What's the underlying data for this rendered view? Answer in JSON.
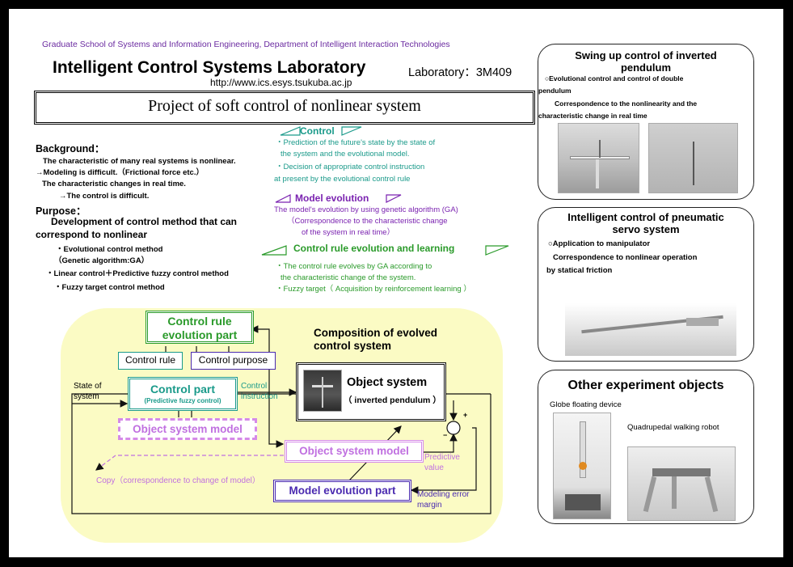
{
  "header": {
    "department": "Graduate School of Systems and Information Engineering, Department of Intelligent  Interaction Technologies",
    "lab_name": "Intelligent Control Systems Laboratory",
    "room": "Laboratory：3M409",
    "url": "http://www.ics.esys.tsukuba.ac.jp",
    "project_title": "Project of soft control of nonlinear system"
  },
  "background": {
    "heading": "Background：",
    "lines": [
      "The characteristic of many real systems is nonlinear.",
      "→Modeling is difficult.（Frictional force etc.）",
      "The characteristic changes in real time.",
      "→The control is difficult."
    ]
  },
  "purpose": {
    "heading": "Purpose：",
    "line1": "Development of control method that can",
    "line2": "correspond to nonlinear",
    "items": [
      "・Evolutional control method",
      "（Genetic algorithm:GA）",
      "・Linear control＋Predictive fuzzy control method",
      "・Fuzzy target control method"
    ]
  },
  "control": {
    "heading": "Control",
    "lines": [
      "・Prediction of the future's state by the state of",
      "the system and the evolutional model.",
      "・Decision of appropriate control instruction",
      "at present by the evolutional control rule"
    ]
  },
  "model_evolution": {
    "heading": "Model evolution",
    "lines": [
      "The model's evolution by using genetic algorithm (GA)",
      "（Correspondence to the characteristic change",
      "of the system in real time）"
    ]
  },
  "rule_evolution": {
    "heading": "Control rule evolution and learning",
    "lines": [
      "・The control rule evolves by GA according to",
      "the characteristic change of the system.",
      "・Fuzzy target（ Acquisition by reinforcement learning ）"
    ]
  },
  "diagram": {
    "rule_evo_line1": "Control rule",
    "rule_evo_line2": "evolution part",
    "control_rule": "Control rule",
    "control_purpose": "Control purpose",
    "control_part": "Control part",
    "control_part_sub": "(Predictive fuzzy control)",
    "object_model_left": "Object system model",
    "object_model_right": "Object system model",
    "model_evo_part": "Model evolution part",
    "composition_line1": "Composition of evolved",
    "composition_line2": "control system",
    "object_system": "Object system",
    "object_system_sub": "（ inverted pendulum ）",
    "state_line1": "State of",
    "state_line2": "system",
    "instr_line1": "Control",
    "instr_line2": "instruction",
    "pred_line1": "Predictive",
    "pred_line2": "value",
    "err_line1": "Modeling error",
    "err_line2": "margin",
    "copy_label": "Copy（correspondence to change of model）",
    "plus": "+",
    "minus": "−"
  },
  "panel_swing": {
    "title_line1": "Swing up control of inverted",
    "title_line2": "pendulum",
    "line1": "Evolutional control and control of double",
    "line2": "pendulum",
    "line3": "Correspondence to the nonlinearity and the",
    "line4": "characteristic change in real time"
  },
  "panel_pneumatic": {
    "title_line1": "Intelligent control of pneumatic",
    "title_line2": "servo system",
    "line1": "Application to manipulator",
    "line2": "Correspondence to nonlinear operation",
    "line3": "by statical friction"
  },
  "panel_other": {
    "title": "Other experiment objects",
    "label1": "Globe floating device",
    "label2": "Quadrupedal walking robot"
  },
  "colors": {
    "teal": "#1a9a8a",
    "purple": "#7a22b0",
    "green": "#2a9a2a",
    "violet": "#c070e0",
    "diagram_bg": "#fbfbc4"
  }
}
